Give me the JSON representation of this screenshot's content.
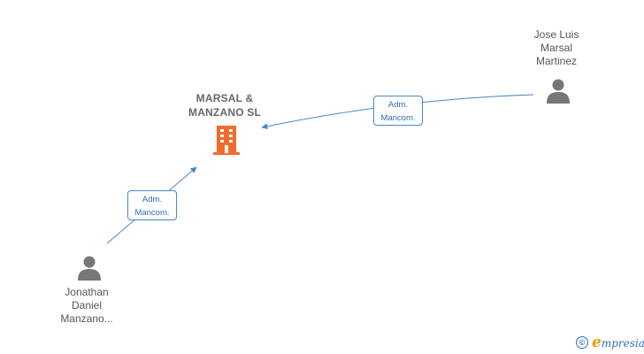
{
  "company": {
    "name_line1": "MARSAL &",
    "name_line2": "MANZANO  SL",
    "icon": "building-icon",
    "color": "#f26a2e"
  },
  "persons": [
    {
      "line1": "Jose Luis",
      "line2": "Marsal",
      "line3": "Martinez",
      "icon": "person-icon"
    },
    {
      "line1": "Jonathan",
      "line2": "Daniel",
      "line3": "Manzano...",
      "icon": "person-icon"
    }
  ],
  "relations": [
    {
      "from": "Jose Luis Marsal Martinez",
      "to": "MARSAL & MANZANO  SL",
      "line1": "Adm.",
      "line2": "Mancom."
    },
    {
      "from": "Jonathan Daniel Manzano...",
      "to": "MARSAL & MANZANO  SL",
      "line1": "Adm.",
      "line2": "Mancom."
    }
  ],
  "colors": {
    "edge": "#4a86c8",
    "person": "#777777"
  },
  "brand": {
    "symbol": "©",
    "initial": "e",
    "rest": "mpresia"
  }
}
